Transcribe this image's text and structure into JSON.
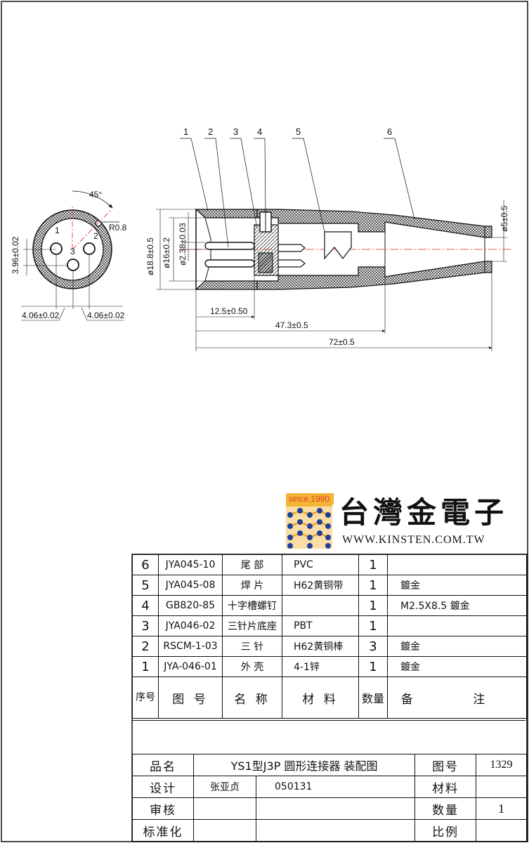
{
  "drawing": {
    "callouts": [
      "1",
      "2",
      "3",
      "4",
      "5",
      "6"
    ],
    "end_view": {
      "angle": "45°",
      "radius": "R0.8",
      "pins": [
        "1",
        "2",
        "3"
      ],
      "dim_vertical": "3.96±0.02",
      "dim_left": "4.06±0.02",
      "dim_right": "4.06±0.02"
    },
    "side_view": {
      "dia_outer": "ø18.8±0.5",
      "dia_inner": "ø16±0.2",
      "dia_pin": "ø2.38±0.03",
      "dia_cable": "ø5±0.5",
      "len_pin": "12.5±0.50",
      "len_body": "47.3±0.5",
      "len_total": "72±0.5"
    }
  },
  "logo": {
    "badge": "since.1980",
    "name": "台灣金電子",
    "url": "WWW.KINSTEN.COM.TW",
    "colors": {
      "badge_bg": "#f3b437",
      "badge_text": "#e23c28",
      "dots": "#1f3f99",
      "lines": "#f2a31d"
    }
  },
  "parts": [
    {
      "no": "6",
      "code": "JYA045-10",
      "name": "尾 部",
      "material": "PVC",
      "qty": "1",
      "note": ""
    },
    {
      "no": "5",
      "code": "JYA045-08",
      "name": "焊 片",
      "material": "H62黄铜带",
      "qty": "1",
      "note": "鍍金"
    },
    {
      "no": "4",
      "code": "GB820-85",
      "name": "十字槽螺钉",
      "material": "",
      "qty": "1",
      "note": "M2.5X8.5 鍍金"
    },
    {
      "no": "3",
      "code": "JYA046-02",
      "name": "三针片底座",
      "material": "PBT",
      "qty": "1",
      "note": ""
    },
    {
      "no": "2",
      "code": "RSCM-1-03",
      "name": "三 针",
      "material": "H62黄铜棒",
      "qty": "3",
      "note": "鍍金"
    },
    {
      "no": "1",
      "code": "JYA-046-01",
      "name": "外 壳",
      "material": "4-1锌",
      "qty": "1",
      "note": "鍍金"
    }
  ],
  "parts_header": {
    "no": "序号",
    "code": "图 号",
    "name": "名 称",
    "material": "材 料",
    "qty": "数量",
    "note": "备 注"
  },
  "title_block": {
    "product_label": "品名",
    "product_value": "YS1型J3P 圆形连接器 装配图",
    "drawing_no_label": "图号",
    "drawing_no_value": "1329",
    "design_label": "设计",
    "designer": "张亚贞",
    "date": "050131",
    "material_label": "材料",
    "material_value": "",
    "review_label": "审核",
    "quantity_label": "数量",
    "quantity_value": "1",
    "standard_label": "标准化",
    "scale_label": "比例",
    "scale_value": ""
  }
}
